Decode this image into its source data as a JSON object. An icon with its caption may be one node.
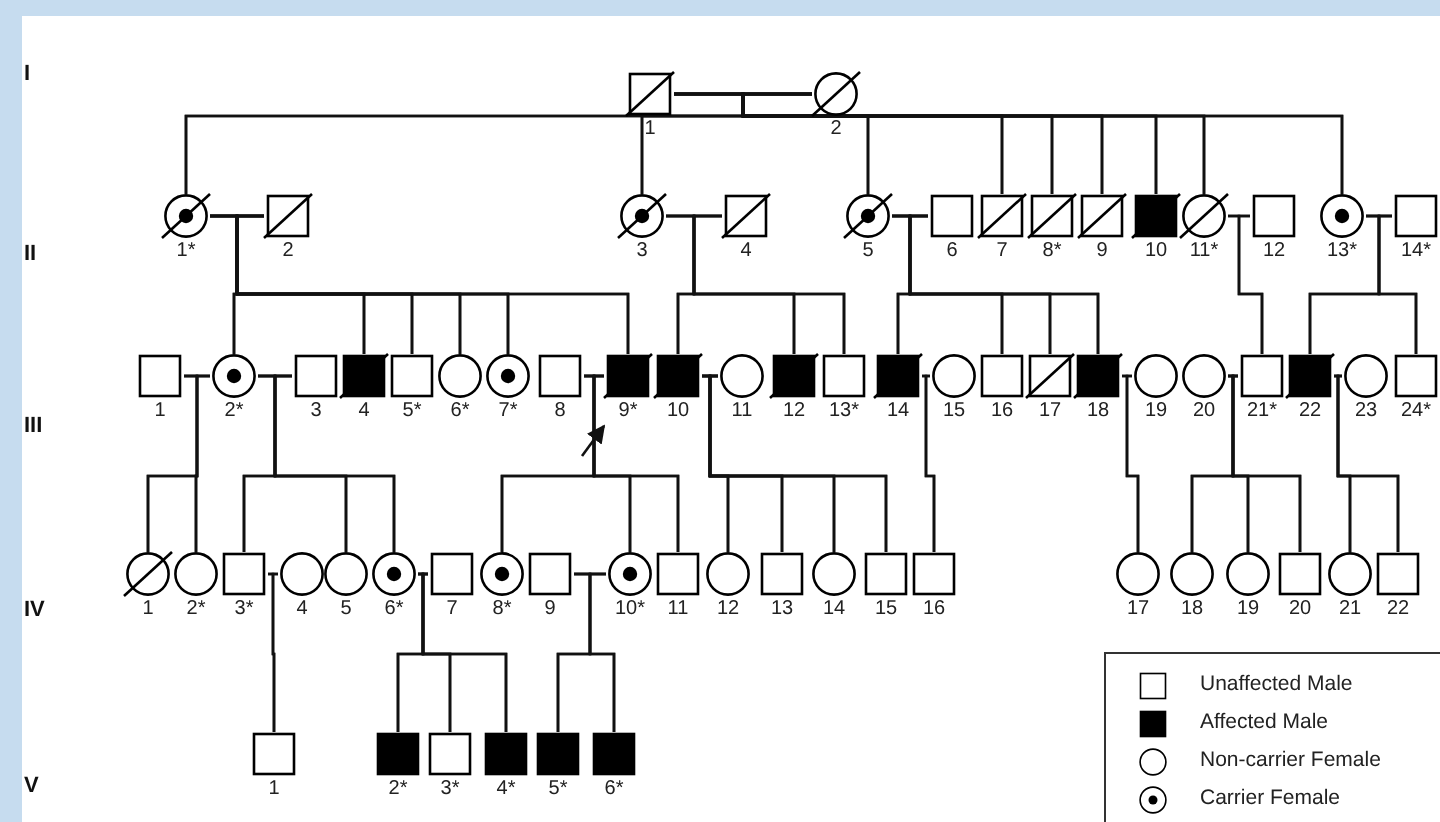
{
  "diagram": {
    "nodes": [
      {
        "text": [
          "1"
        ]
      },
      {
        "text": [
          "2"
        ]
      },
      {
        "text": [
          "1*"
        ]
      },
      {
        "text": [
          "2"
        ]
      },
      {
        "text": [
          "3"
        ]
      },
      {
        "text": [
          "4"
        ]
      },
      {
        "text": [
          "5"
        ]
      },
      {
        "text": [
          "6"
        ]
      },
      {
        "text": [
          "7"
        ]
      },
      {
        "text": [
          "8*"
        ]
      },
      {
        "text": [
          "9"
        ]
      },
      {
        "text": [
          "10"
        ]
      },
      {
        "text": [
          "11*"
        ]
      },
      {
        "text": [
          "12"
        ]
      },
      {
        "text": [
          "13*"
        ]
      },
      {
        "text": [
          "14*"
        ]
      },
      {
        "text": [
          "1"
        ]
      },
      {
        "text": [
          "2*"
        ]
      },
      {
        "text": [
          "3"
        ]
      },
      {
        "text": [
          "4"
        ]
      },
      {
        "text": [
          "5*"
        ]
      },
      {
        "text": [
          "6*"
        ]
      },
      {
        "text": [
          "7*"
        ]
      },
      {
        "text": [
          "8"
        ]
      },
      {
        "text": [
          "9*"
        ]
      },
      {
        "text": [
          "10"
        ]
      },
      {
        "text": [
          "11"
        ]
      },
      {
        "text": [
          "12"
        ]
      },
      {
        "text": [
          "13*"
        ]
      },
      {
        "text": [
          "14"
        ]
      },
      {
        "text": [
          "15"
        ]
      },
      {
        "text": [
          "16"
        ]
      },
      {
        "text": [
          "17"
        ]
      },
      {
        "text": [
          "18"
        ]
      },
      {
        "text": [
          "19"
        ]
      },
      {
        "text": [
          "20"
        ]
      },
      {
        "text": [
          "21*"
        ]
      },
      {
        "text": [
          "22"
        ]
      },
      {
        "text": [
          "23"
        ]
      },
      {
        "text": [
          "24*"
        ]
      },
      {
        "text": [
          "1"
        ]
      },
      {
        "text": [
          "2*"
        ]
      },
      {
        "text": [
          "3*"
        ]
      },
      {
        "text": [
          "4"
        ]
      },
      {
        "text": [
          "5"
        ]
      },
      {
        "text": [
          "6*"
        ]
      },
      {
        "text": [
          "7"
        ]
      },
      {
        "text": [
          "8*"
        ]
      },
      {
        "text": [
          "9"
        ]
      },
      {
        "text": [
          "10*"
        ]
      },
      {
        "text": [
          "11"
        ]
      },
      {
        "text": [
          "12"
        ]
      },
      {
        "text": [
          "13"
        ]
      },
      {
        "text": [
          "14"
        ]
      },
      {
        "text": [
          "15"
        ]
      },
      {
        "text": [
          "16"
        ]
      },
      {
        "text": [
          "17"
        ]
      },
      {
        "text": [
          "18"
        ]
      },
      {
        "text": [
          "19"
        ]
      },
      {
        "text": [
          "20"
        ]
      },
      {
        "text": [
          "21"
        ]
      },
      {
        "text": [
          "22"
        ]
      },
      {
        "text": [
          "1"
        ]
      },
      {
        "text": [
          "2*"
        ]
      },
      {
        "text": [
          "3*"
        ]
      },
      {
        "text": [
          "4*"
        ]
      },
      {
        "text": [
          "5*"
        ]
      },
      {
        "text": [
          "6*"
        ]
      }
    ],
    "edges": [
      {
        "from": 0,
        "to": 1,
        "arrow": "none"
      },
      {
        "from": 0,
        "to": 2,
        "arrow": "none"
      },
      {
        "from": 1,
        "to": 2,
        "arrow": "none"
      },
      {
        "from": 0,
        "to": 4,
        "arrow": "none"
      },
      {
        "from": 1,
        "to": 4,
        "arrow": "none"
      },
      {
        "from": 0,
        "to": 6,
        "arrow": "none"
      },
      {
        "from": 1,
        "to": 6,
        "arrow": "none"
      },
      {
        "from": 0,
        "to": 8,
        "arrow": "none"
      },
      {
        "from": 1,
        "to": 8,
        "arrow": "none"
      },
      {
        "from": 0,
        "to": 9,
        "arrow": "none"
      },
      {
        "from": 1,
        "to": 9,
        "arrow": "none"
      },
      {
        "from": 0,
        "to": 10,
        "arrow": "none"
      },
      {
        "from": 1,
        "to": 10,
        "arrow": "none"
      },
      {
        "from": 0,
        "to": 11,
        "arrow": "none"
      },
      {
        "from": 1,
        "to": 11,
        "arrow": "none"
      },
      {
        "from": 0,
        "to": 12,
        "arrow": "none"
      },
      {
        "from": 1,
        "to": 12,
        "arrow": "none"
      },
      {
        "from": 0,
        "to": 14,
        "arrow": "none"
      },
      {
        "from": 1,
        "to": 14,
        "arrow": "none"
      },
      {
        "from": 2,
        "to": 3,
        "arrow": "none"
      },
      {
        "from": 2,
        "to": 17,
        "arrow": "none"
      },
      {
        "from": 3,
        "to": 17,
        "arrow": "none"
      },
      {
        "from": 2,
        "to": 19,
        "arrow": "none"
      },
      {
        "from": 3,
        "to": 19,
        "arrow": "none"
      },
      {
        "from": 2,
        "to": 20,
        "arrow": "none"
      },
      {
        "from": 3,
        "to": 20,
        "arrow": "none"
      },
      {
        "from": 2,
        "to": 21,
        "arrow": "none"
      },
      {
        "from": 3,
        "to": 21,
        "arrow": "none"
      },
      {
        "from": 2,
        "to": 22,
        "arrow": "none"
      },
      {
        "from": 3,
        "to": 22,
        "arrow": "none"
      },
      {
        "from": 2,
        "to": 24,
        "arrow": "none"
      },
      {
        "from": 3,
        "to": 24,
        "arrow": "none"
      },
      {
        "from": 4,
        "to": 5,
        "arrow": "none"
      },
      {
        "from": 4,
        "to": 25,
        "arrow": "none"
      },
      {
        "from": 5,
        "to": 25,
        "arrow": "none"
      },
      {
        "from": 4,
        "to": 27,
        "arrow": "none"
      },
      {
        "from": 5,
        "to": 27,
        "arrow": "none"
      },
      {
        "from": 4,
        "to": 28,
        "arrow": "none"
      },
      {
        "from": 5,
        "to": 28,
        "arrow": "none"
      },
      {
        "from": 6,
        "to": 7,
        "arrow": "none"
      },
      {
        "from": 6,
        "to": 29,
        "arrow": "none"
      },
      {
        "from": 7,
        "to": 29,
        "arrow": "none"
      },
      {
        "from": 6,
        "to": 31,
        "arrow": "none"
      },
      {
        "from": 7,
        "to": 31,
        "arrow": "none"
      },
      {
        "from": 6,
        "to": 32,
        "arrow": "none"
      },
      {
        "from": 7,
        "to": 32,
        "arrow": "none"
      },
      {
        "from": 6,
        "to": 33,
        "arrow": "none"
      },
      {
        "from": 7,
        "to": 33,
        "arrow": "none"
      },
      {
        "from": 12,
        "to": 13,
        "arrow": "none"
      },
      {
        "from": 12,
        "to": 36,
        "arrow": "none"
      },
      {
        "from": 13,
        "to": 36,
        "arrow": "none"
      },
      {
        "from": 14,
        "to": 15,
        "arrow": "none"
      },
      {
        "from": 14,
        "to": 37,
        "arrow": "none"
      },
      {
        "from": 15,
        "to": 37,
        "arrow": "none"
      },
      {
        "from": 14,
        "to": 39,
        "arrow": "none"
      },
      {
        "from": 15,
        "to": 39,
        "arrow": "none"
      },
      {
        "from": 16,
        "to": 17,
        "arrow": "none"
      },
      {
        "from": 16,
        "to": 40,
        "arrow": "none"
      },
      {
        "from": 17,
        "to": 40,
        "arrow": "none"
      },
      {
        "from": 16,
        "to": 41,
        "arrow": "none"
      },
      {
        "from": 17,
        "to": 41,
        "arrow": "none"
      },
      {
        "from": 17,
        "to": 18,
        "arrow": "none"
      },
      {
        "from": 17,
        "to": 42,
        "arrow": "none"
      },
      {
        "from": 18,
        "to": 42,
        "arrow": "none"
      },
      {
        "from": 17,
        "to": 44,
        "arrow": "none"
      },
      {
        "from": 18,
        "to": 44,
        "arrow": "none"
      },
      {
        "from": 17,
        "to": 45,
        "arrow": "none"
      },
      {
        "from": 18,
        "to": 45,
        "arrow": "none"
      },
      {
        "from": 23,
        "to": 24,
        "arrow": "none"
      },
      {
        "from": 23,
        "to": 47,
        "arrow": "none"
      },
      {
        "from": 24,
        "to": 47,
        "arrow": "none"
      },
      {
        "from": 23,
        "to": 49,
        "arrow": "none"
      },
      {
        "from": 24,
        "to": 49,
        "arrow": "none"
      },
      {
        "from": 23,
        "to": 50,
        "arrow": "none"
      },
      {
        "from": 24,
        "to": 50,
        "arrow": "none"
      },
      {
        "from": 25,
        "to": 26,
        "arrow": "none"
      },
      {
        "from": 25,
        "to": 51,
        "arrow": "none"
      },
      {
        "from": 26,
        "to": 51,
        "arrow": "none"
      },
      {
        "from": 25,
        "to": 52,
        "arrow": "none"
      },
      {
        "from": 26,
        "to": 52,
        "arrow": "none"
      },
      {
        "from": 25,
        "to": 53,
        "arrow": "none"
      },
      {
        "from": 26,
        "to": 53,
        "arrow": "none"
      },
      {
        "from": 25,
        "to": 54,
        "arrow": "none"
      },
      {
        "from": 26,
        "to": 54,
        "arrow": "none"
      },
      {
        "from": 29,
        "to": 30,
        "arrow": "none"
      },
      {
        "from": 29,
        "to": 55,
        "arrow": "none"
      },
      {
        "from": 30,
        "to": 55,
        "arrow": "none"
      },
      {
        "from": 33,
        "to": 34,
        "arrow": "none"
      },
      {
        "from": 33,
        "to": 56,
        "arrow": "none"
      },
      {
        "from": 34,
        "to": 56,
        "arrow": "none"
      },
      {
        "from": 35,
        "to": 36,
        "arrow": "none"
      },
      {
        "from": 35,
        "to": 57,
        "arrow": "none"
      },
      {
        "from": 36,
        "to": 57,
        "arrow": "none"
      },
      {
        "from": 35,
        "to": 58,
        "arrow": "none"
      },
      {
        "from": 36,
        "to": 58,
        "arrow": "none"
      },
      {
        "from": 35,
        "to": 59,
        "arrow": "none"
      },
      {
        "from": 36,
        "to": 59,
        "arrow": "none"
      },
      {
        "from": 37,
        "to": 38,
        "arrow": "none"
      },
      {
        "from": 37,
        "to": 60,
        "arrow": "none"
      },
      {
        "from": 38,
        "to": 60,
        "arrow": "none"
      },
      {
        "from": 37,
        "to": 61,
        "arrow": "none"
      },
      {
        "from": 38,
        "to": 61,
        "arrow": "none"
      },
      {
        "from": 42,
        "to": 43,
        "arrow": "none"
      },
      {
        "from": 42,
        "to": 62,
        "arrow": "none"
      },
      {
        "from": 43,
        "to": 62,
        "arrow": "none"
      },
      {
        "from": 45,
        "to": 46,
        "arrow": "none"
      },
      {
        "from": 45,
        "to": 63,
        "arrow": "none"
      },
      {
        "from": 46,
        "to": 63,
        "arrow": "none"
      },
      {
        "from": 45,
        "to": 64,
        "arrow": "none"
      },
      {
        "from": 46,
        "to": 64,
        "arrow": "none"
      },
      {
        "from": 45,
        "to": 65,
        "arrow": "none"
      },
      {
        "from": 46,
        "to": 65,
        "arrow": "none"
      },
      {
        "from": 48,
        "to": 49,
        "arrow": "none"
      },
      {
        "from": 48,
        "to": 66,
        "arrow": "none"
      },
      {
        "from": 49,
        "to": 66,
        "arrow": "none"
      },
      {
        "from": 48,
        "to": 67,
        "arrow": "none"
      },
      {
        "from": 49,
        "to": 67,
        "arrow": "none"
      },
      {
        "from": null,
        "to": 24,
        "arrow": "to"
      }
    ],
    "labels": [
      "I",
      "II",
      "III",
      "IV",
      "V"
    ],
    "legend": [
      {
        "text": "Unaffected Male"
      },
      {
        "text": "Affected Male"
      },
      {
        "text": "Non-carrier Female"
      },
      {
        "text": "Carrier Female"
      }
    ]
  }
}
